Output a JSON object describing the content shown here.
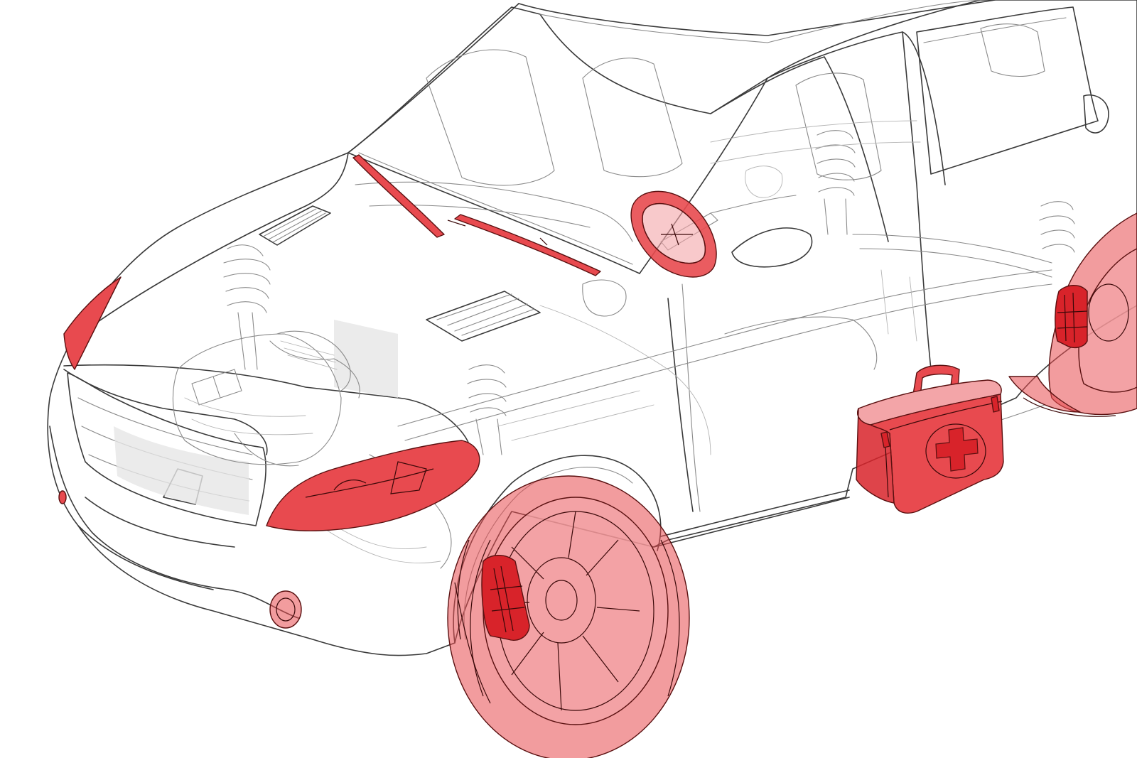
{
  "colors": {
    "highlight": "#e84a4f",
    "highlight_light": "#f3a5a8",
    "highlight_dark": "#d8232a",
    "line": "#3a3a3a",
    "background": "#ffffff"
  },
  "highlighted_components": [
    "windshield-wiper",
    "steering-wheel",
    "headlamp",
    "front-marker-lamp",
    "fog-lamp",
    "front-wheel",
    "front-brake-caliper",
    "rear-wheel",
    "rear-brake-caliper",
    "first-aid-kit"
  ]
}
